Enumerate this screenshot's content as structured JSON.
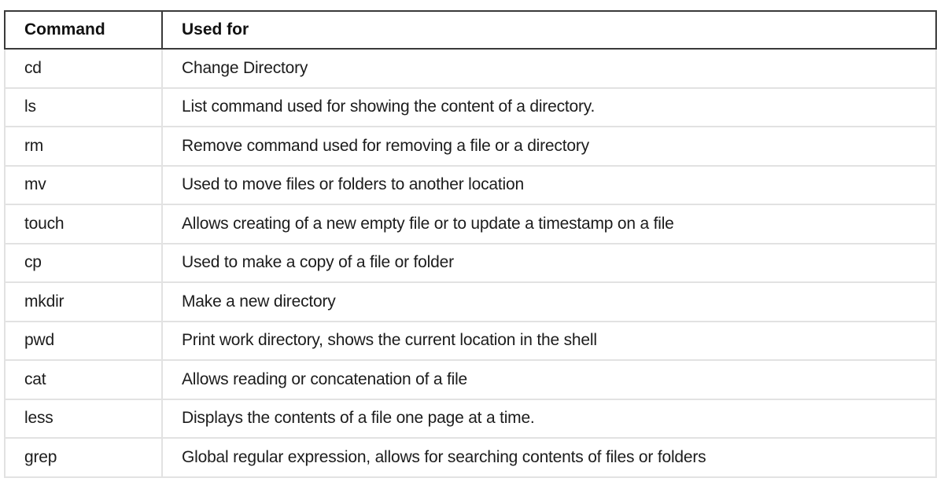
{
  "table": {
    "headers": {
      "command": "Command",
      "used_for": "Used for"
    },
    "rows": [
      {
        "command": "cd",
        "used_for": "Change Directory"
      },
      {
        "command": "ls",
        "used_for": "List command used for showing the content of a directory."
      },
      {
        "command": "rm",
        "used_for": "Remove command used for removing a file or a directory"
      },
      {
        "command": "mv",
        "used_for": "Used to move files or folders to another location"
      },
      {
        "command": "touch",
        "used_for": "Allows creating of a new empty file or to update a timestamp on a file"
      },
      {
        "command": "cp",
        "used_for": "Used to make a copy of a file or folder"
      },
      {
        "command": "mkdir",
        "used_for": "Make a new directory"
      },
      {
        "command": "pwd",
        "used_for": "Print work directory, shows the current location in the shell"
      },
      {
        "command": "cat",
        "used_for": "Allows reading or concatenation of a file"
      },
      {
        "command": "less",
        "used_for": "Displays the contents of a file one page at a time."
      },
      {
        "command": "grep",
        "used_for": "Global regular expression, allows for searching contents of files or folders"
      }
    ]
  },
  "colors": {
    "header_border": "#3a3a3a",
    "row_border": "#e2e2e2",
    "text": "#1c1c1c",
    "background": "#ffffff"
  }
}
